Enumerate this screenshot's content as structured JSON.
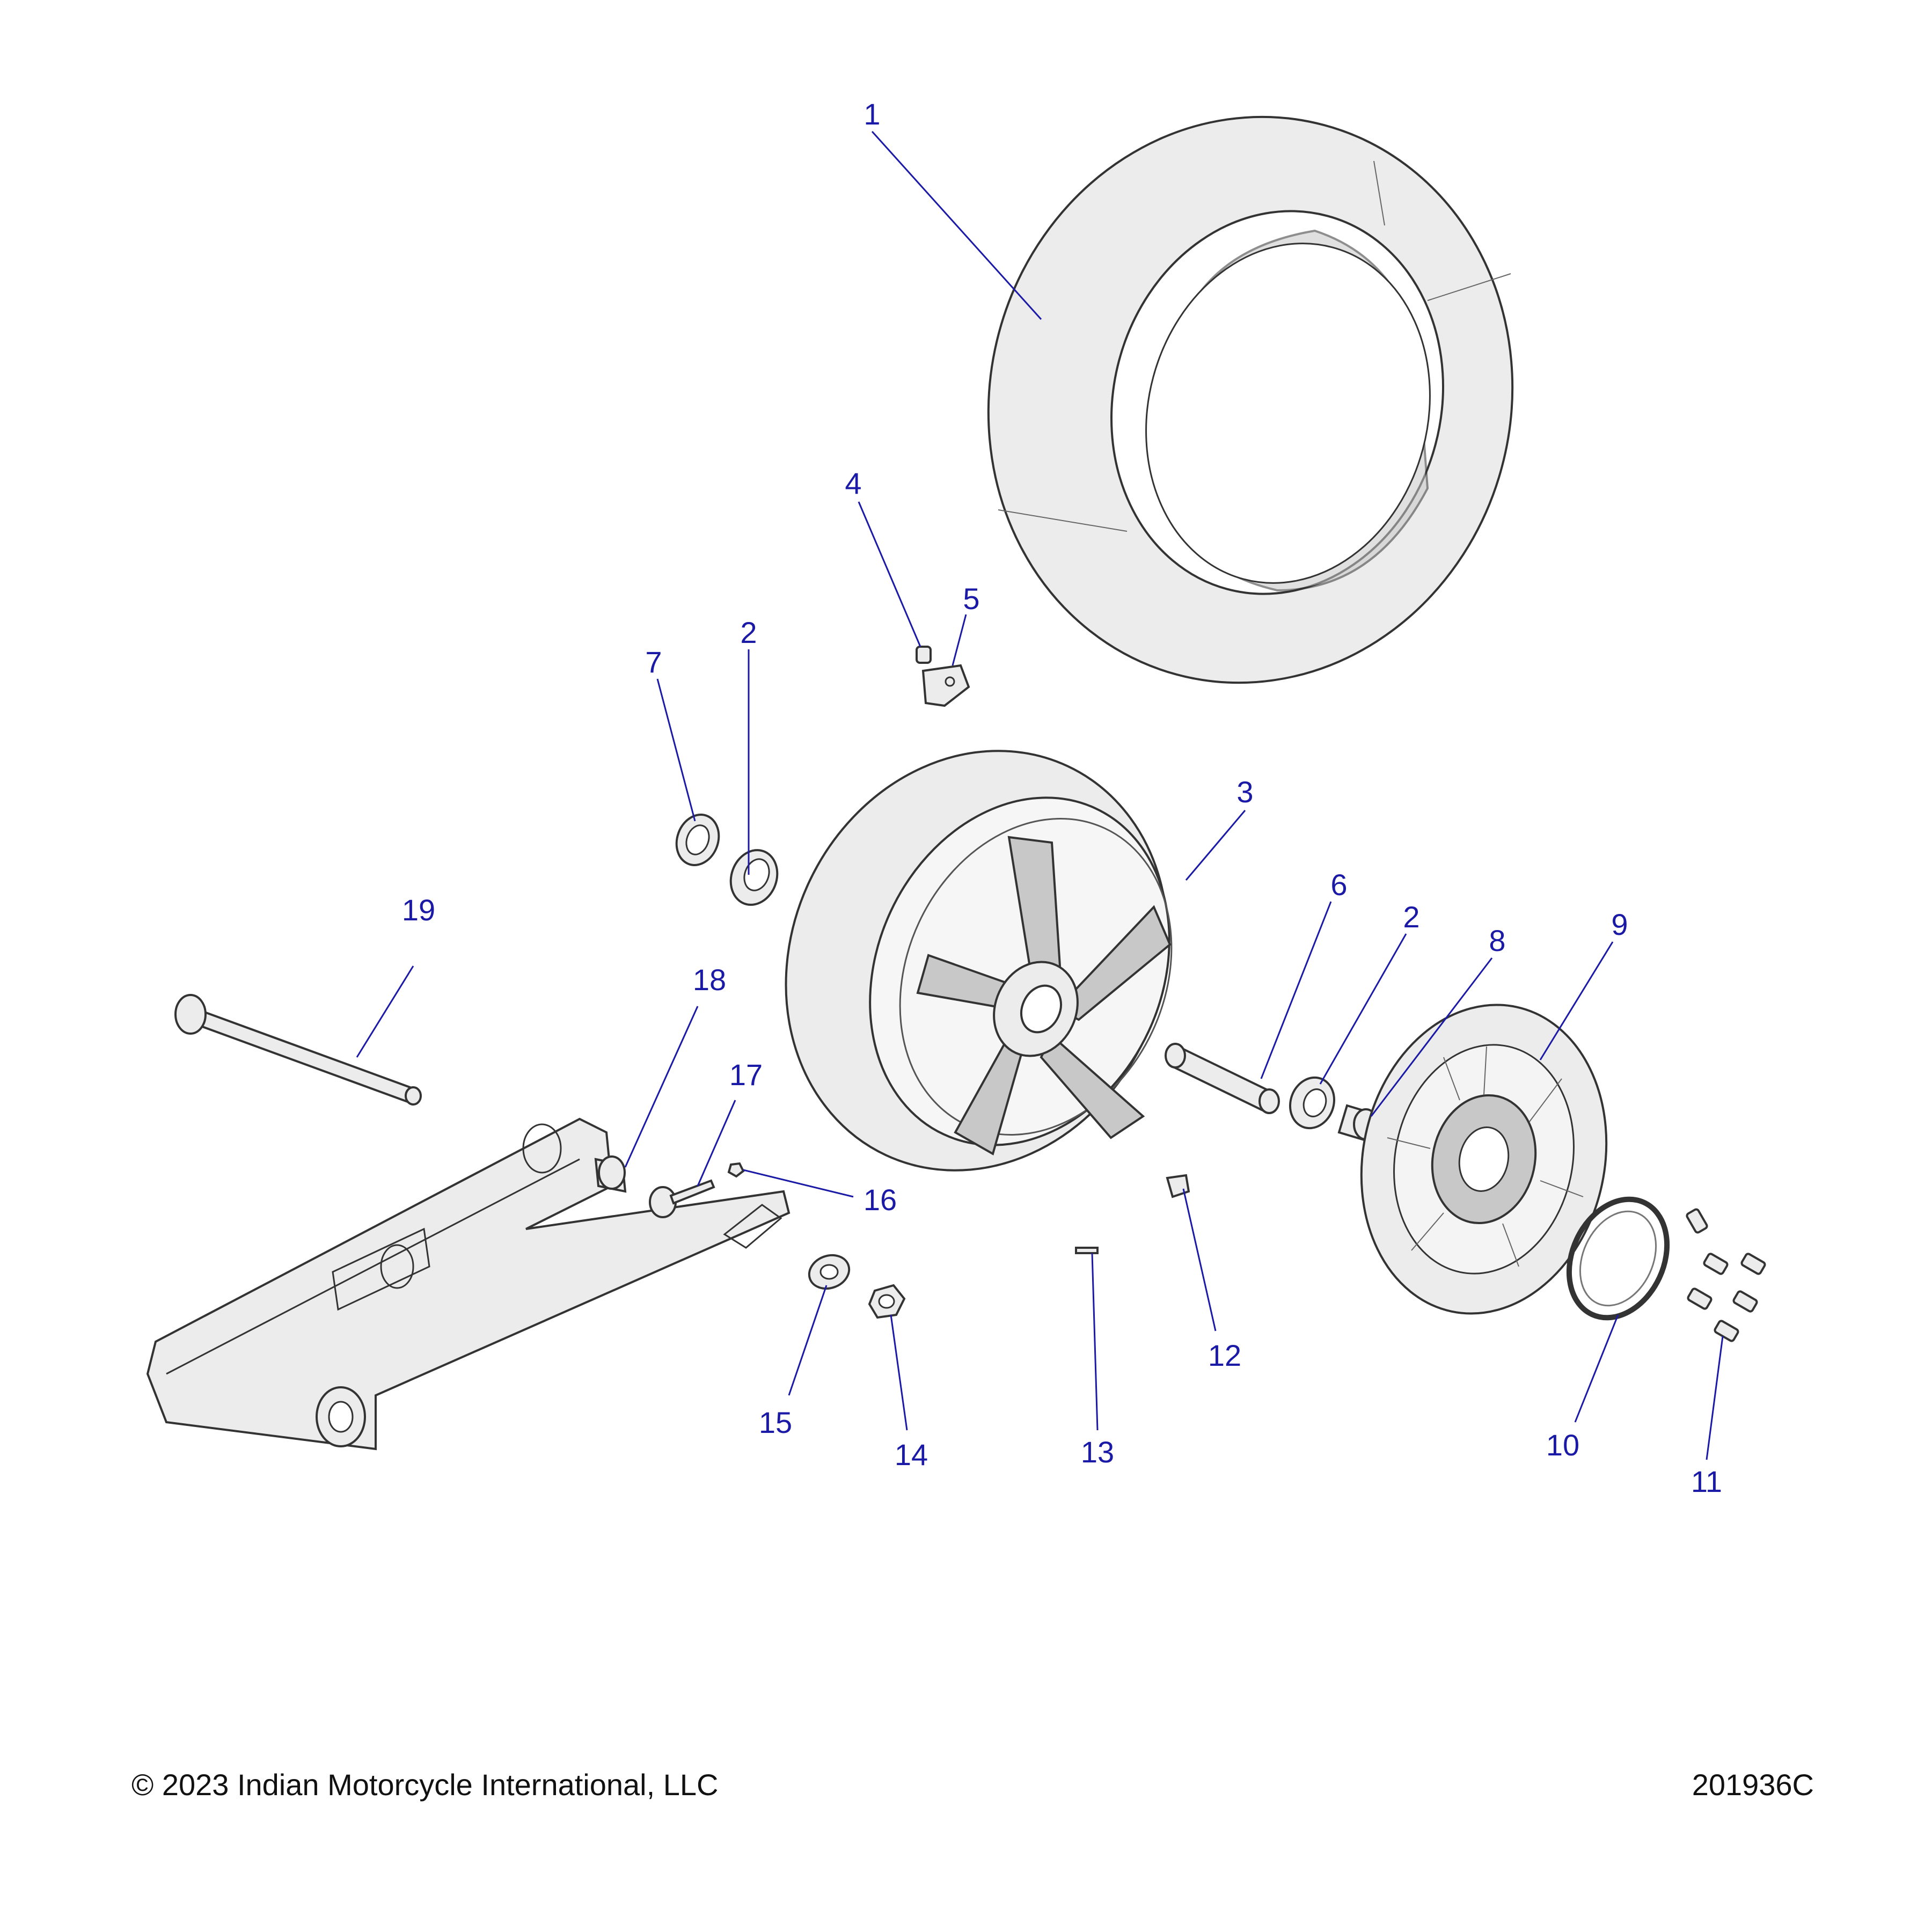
{
  "footer": {
    "copyright": "© 2023 Indian Motorcycle International, LLC",
    "diagram_number": "201936C"
  },
  "callouts": [
    {
      "id": "1",
      "text": "1"
    },
    {
      "id": "2a",
      "text": "2"
    },
    {
      "id": "3",
      "text": "3"
    },
    {
      "id": "4",
      "text": "4"
    },
    {
      "id": "5",
      "text": "5"
    },
    {
      "id": "6",
      "text": "6"
    },
    {
      "id": "7",
      "text": "7"
    },
    {
      "id": "2b",
      "text": "2"
    },
    {
      "id": "8",
      "text": "8"
    },
    {
      "id": "9",
      "text": "9"
    },
    {
      "id": "10",
      "text": "10"
    },
    {
      "id": "11",
      "text": "11"
    },
    {
      "id": "12",
      "text": "12"
    },
    {
      "id": "13",
      "text": "13"
    },
    {
      "id": "14",
      "text": "14"
    },
    {
      "id": "15",
      "text": "15"
    },
    {
      "id": "16",
      "text": "16"
    },
    {
      "id": "17",
      "text": "17"
    },
    {
      "id": "18",
      "text": "18"
    },
    {
      "id": "19",
      "text": "19"
    }
  ]
}
